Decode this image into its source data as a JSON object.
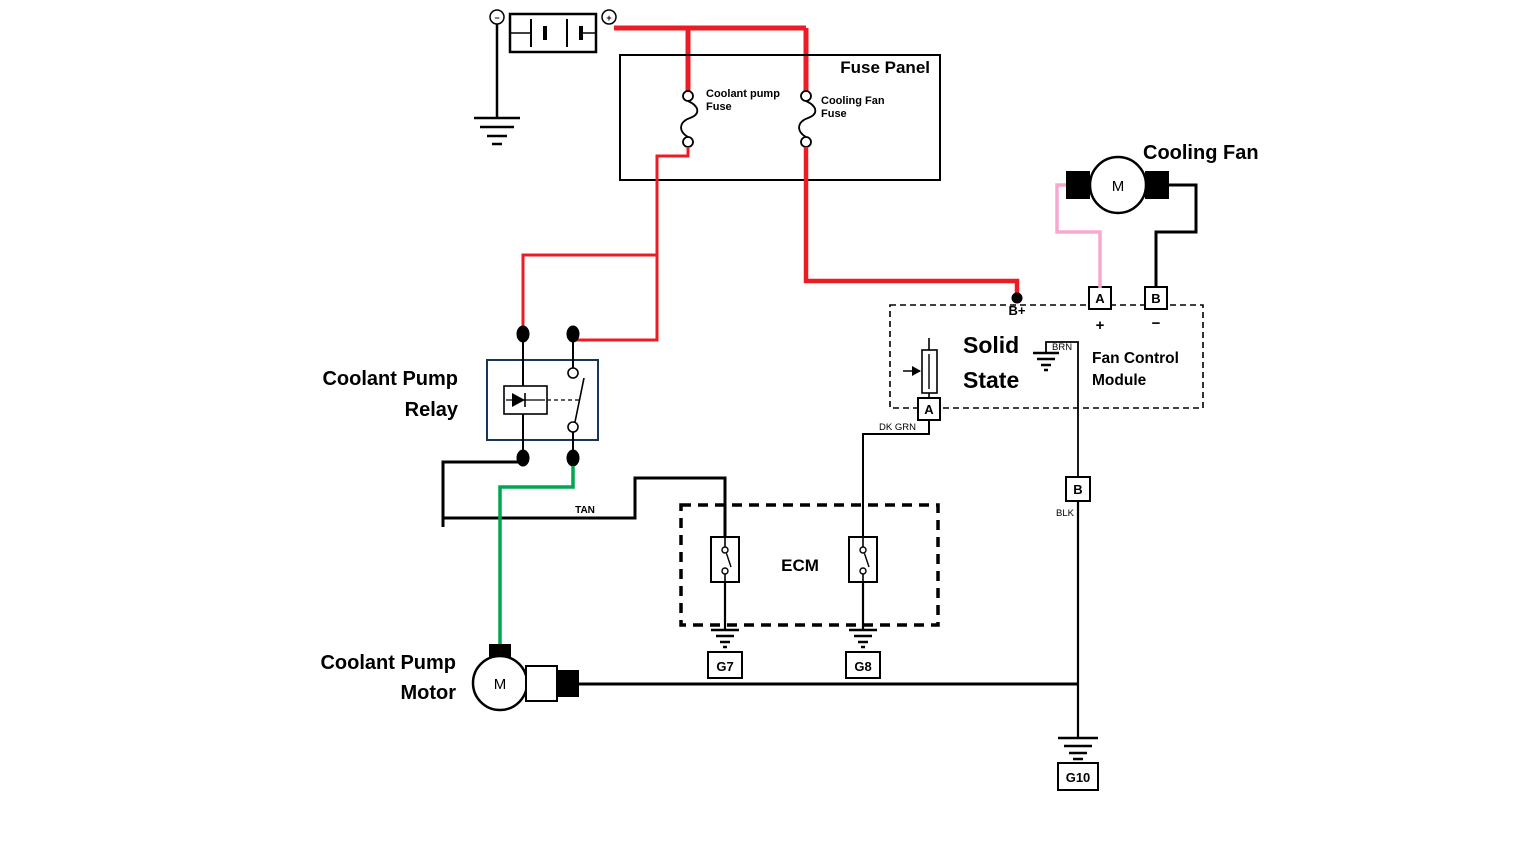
{
  "colors": {
    "wire-red": "#ed1c24",
    "wire-black": "#000000",
    "wire-green": "#00a651",
    "wire-pink": "#f8a8d0",
    "relay-border": "#16365c",
    "background": "#ffffff"
  },
  "battery": {
    "minus": "−",
    "plus": "+"
  },
  "fuse_panel": {
    "title": "Fuse Panel",
    "fuses": [
      {
        "label_lines": [
          "Coolant pump",
          "Fuse"
        ]
      },
      {
        "label_lines": [
          "Cooling Fan",
          "Fuse"
        ]
      }
    ]
  },
  "cooling_fan": {
    "label": "Cooling Fan",
    "motor_letter": "M"
  },
  "fan_control_module": {
    "label_lines": [
      "Fan Control",
      "Module"
    ],
    "solid_state_lines": [
      "Solid",
      "State"
    ],
    "bplus_label": "B+",
    "pins": {
      "top_a": "A",
      "top_b": "B",
      "plus": "+",
      "minus": "−",
      "bottom_a": "A",
      "bottom_b": "B"
    }
  },
  "relay": {
    "label_lines": [
      "Coolant Pump",
      "Relay"
    ]
  },
  "pump_motor": {
    "label_lines": [
      "Coolant Pump",
      "Motor"
    ],
    "motor_letter": "M"
  },
  "ecm": {
    "label": "ECM"
  },
  "wire_labels": {
    "tan": "TAN",
    "dk_grn": "DK GRN",
    "brn": "BRN",
    "blk": "BLK"
  },
  "grounds": {
    "g7": "G7",
    "g8": "G8",
    "g10": "G10"
  }
}
